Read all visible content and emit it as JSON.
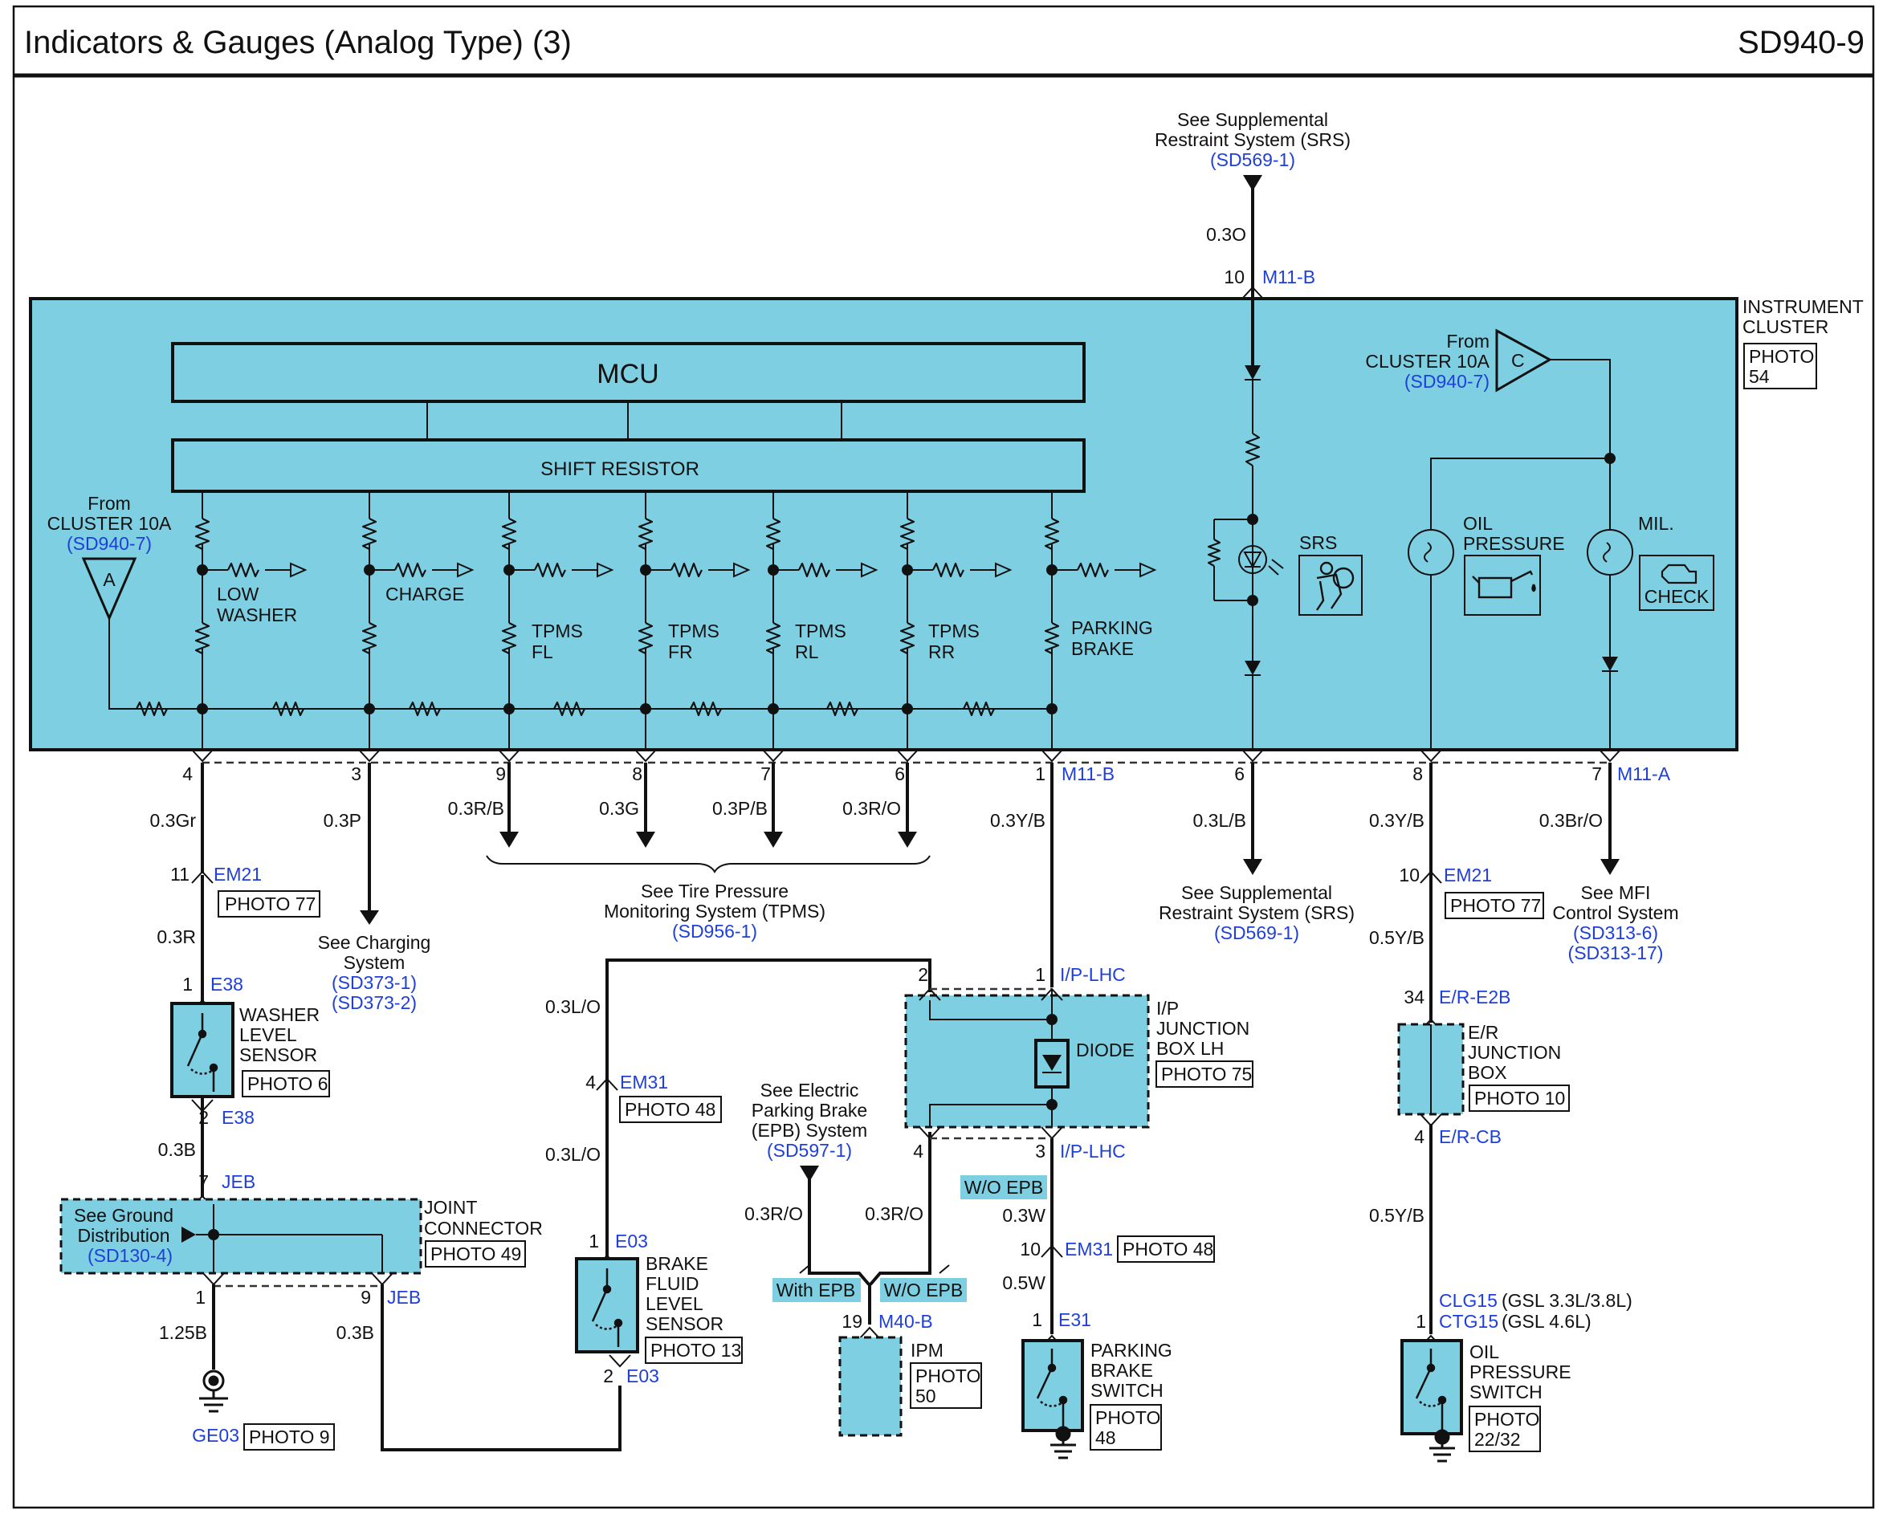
{
  "header": {
    "title": "Indicators & Gauges (Analog Type) (3)",
    "code": "SD940-9"
  },
  "cluster": {
    "name1": "INSTRUMENT",
    "name2": "CLUSTER",
    "photo1": "PHOTO",
    "photo2": "54"
  },
  "mcu": "MCU",
  "shift_resistor": "SHIFT RESISTOR",
  "from_a": {
    "l1": "From",
    "l2": "CLUSTER 10A",
    "ref": "(SD940-7)",
    "sym": "A"
  },
  "from_c": {
    "l1": "From",
    "l2": "CLUSTER 10A",
    "ref": "(SD940-7)",
    "sym": "C"
  },
  "srs_top": {
    "l1": "See Supplemental",
    "l2": "Restraint System (SRS)",
    "ref": "(SD569-1)",
    "wire": "0.3O",
    "pin": "10",
    "conn": "M11-B"
  },
  "lamps": {
    "low_washer": [
      "LOW",
      "WASHER"
    ],
    "charge": "CHARGE",
    "tpms_fl": [
      "TPMS",
      "FL"
    ],
    "tpms_fr": [
      "TPMS",
      "FR"
    ],
    "tpms_rl": [
      "TPMS",
      "RL"
    ],
    "tpms_rr": [
      "TPMS",
      "RR"
    ],
    "parking_brake": [
      "PARKING",
      "BRAKE"
    ],
    "srs": "SRS",
    "oil_pressure": [
      "OIL",
      "PRESSURE"
    ],
    "mil": "MIL.",
    "check": "CHECK"
  },
  "pins": {
    "p4": "4",
    "p3": "3",
    "p9": "9",
    "p8": "8",
    "p7": "7",
    "p6": "6",
    "p1": "1",
    "p1conn": "M11-B",
    "p6b": "6",
    "p8b": "8",
    "p7b": "7",
    "p7conn": "M11-A"
  },
  "wires": {
    "gr": "0.3Gr",
    "p": "0.3P",
    "rb": "0.3R/B",
    "g": "0.3G",
    "pb": "0.3P/B",
    "ro": "0.3R/O",
    "yb": "0.3Y/B",
    "lb": "0.3L/B",
    "yb2": "0.3Y/B",
    "bro": "0.3Br/O"
  },
  "tpms": {
    "l1": "See Tire Pressure",
    "l2": "Monitoring System (TPMS)",
    "ref": "(SD956-1)"
  },
  "charging": {
    "l1": "See Charging",
    "l2": "System",
    "ref1": "(SD373-1)",
    "ref2": "(SD373-2)"
  },
  "srs_bottom": {
    "l1": "See Supplemental",
    "l2": "Restraint System (SRS)",
    "ref": "(SD569-1)"
  },
  "mfi": {
    "l1": "See MFI",
    "l2": "Control System",
    "ref1": "(SD313-6)",
    "ref2": "(SD313-17)"
  },
  "left": {
    "em21_pin": "11",
    "em21": "EM21",
    "em21_photo": "PHOTO 77",
    "w1": "0.3R",
    "e38_pin1": "1",
    "e38": "E38",
    "washer": [
      "WASHER",
      "LEVEL",
      "SENSOR"
    ],
    "washer_photo": "PHOTO 6",
    "e38_pin2": "2",
    "e38b": "E38",
    "w2": "0.3B",
    "jeb_pin": "7",
    "jeb": "JEB",
    "ground_dist": [
      "See Ground",
      "Distribution"
    ],
    "ground_ref": "(SD130-4)",
    "joint": [
      "JOINT",
      "CONNECTOR"
    ],
    "joint_photo": "PHOTO 49",
    "jpin1": "1",
    "jpin9": "9",
    "jeb9": "JEB",
    "w3": "1.25B",
    "w4": "0.3B",
    "ge03": "GE03",
    "ge03_photo": "PHOTO 9"
  },
  "brake_fluid": {
    "w1": "0.3L/O",
    "em31_pin": "4",
    "em31": "EM31",
    "em31_photo": "PHOTO 48",
    "w2": "0.3L/O",
    "e03_pin1": "1",
    "e03": "E03",
    "name": [
      "BRAKE",
      "FLUID",
      "LEVEL",
      "SENSOR"
    ],
    "photo": "PHOTO 13",
    "e03_pin2": "2",
    "e03b": "E03"
  },
  "epb": {
    "l1": "See Electric",
    "l2": "Parking Brake",
    "l3": "(EPB) System",
    "ref": "(SD597-1)",
    "w1": "0.3R/O",
    "w2": "0.3R/O",
    "with": "With EPB",
    "wo": "W/O EPB",
    "pin": "19",
    "conn": "M40-B",
    "ipm": "IPM",
    "photo1": "PHOTO",
    "photo2": "50"
  },
  "ipjb": {
    "pin2": "2",
    "pin1": "1",
    "conn1": "I/P-LHC",
    "name": [
      "I/P",
      "JUNCTION",
      "BOX LH"
    ],
    "photo": "PHOTO 75",
    "diode": "DIODE",
    "pin4": "4",
    "pin3": "3",
    "conn3": "I/P-LHC"
  },
  "parking": {
    "wo_tag": "W/O EPB",
    "w1": "0.3W",
    "em31_pin": "10",
    "em31": "EM31",
    "em31_photo": "PHOTO 48",
    "w2": "0.5W",
    "e31_pin": "1",
    "e31": "E31",
    "name": [
      "PARKING",
      "BRAKE",
      "SWITCH"
    ],
    "photo1": "PHOTO",
    "photo2": "48"
  },
  "oil": {
    "em21_pin": "10",
    "em21": "EM21",
    "em21_photo": "PHOTO 77",
    "w1": "0.5Y/B",
    "e2b_pin": "34",
    "e2b": "E/R-E2B",
    "erjb": [
      "E/R",
      "JUNCTION",
      "BOX"
    ],
    "erjb_photo": "PHOTO 10",
    "cb_pin": "4",
    "cb": "E/R-CB",
    "w2": "0.5Y/B",
    "clg": "CLG15",
    "clg_note": "(GSL 3.3L/3.8L)",
    "sw_pin": "1",
    "ctg": "CTG15",
    "ctg_note": "(GSL 4.6L)",
    "name": [
      "OIL",
      "PRESSURE",
      "SWITCH"
    ],
    "photo1": "PHOTO",
    "photo2": "22/32"
  }
}
